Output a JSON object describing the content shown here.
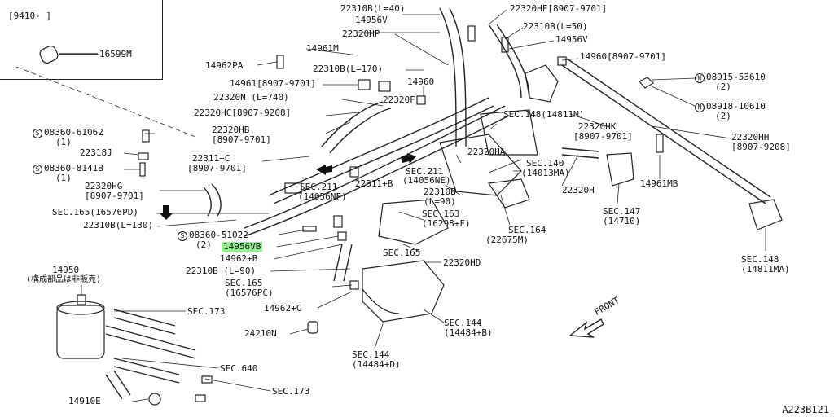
{
  "inset": {
    "date_range": "[9410-  ]",
    "part": "16599M"
  },
  "labels": [
    {
      "id": "l-22310b-l40",
      "text": "22310B(L=40)"
    },
    {
      "id": "l-22320hf",
      "text": "22320HF[8907-9701]"
    },
    {
      "id": "l-14956v-top",
      "text": "14956V"
    },
    {
      "id": "l-22310b-l50",
      "text": "22310B(L=50)"
    },
    {
      "id": "l-22320hp",
      "text": "22320HP"
    },
    {
      "id": "l-14956v-right",
      "text": "14956V"
    },
    {
      "id": "l-14961m",
      "text": "14961M"
    },
    {
      "id": "l-14960-8907",
      "text": "14960[8907-9701]"
    },
    {
      "id": "l-14962pa",
      "text": "14962PA"
    },
    {
      "id": "l-22310b-l170",
      "text": "22310B(L=170)"
    },
    {
      "id": "l-08915",
      "text": "08915-53610"
    },
    {
      "id": "l-08915-qty",
      "text": "(2)"
    },
    {
      "id": "l-14961-8907",
      "text": "14961[8907-9701]"
    },
    {
      "id": "l-14960",
      "text": "14960"
    },
    {
      "id": "l-22320n",
      "text": "22320N (L=740)"
    },
    {
      "id": "l-22320f",
      "text": "22320F"
    },
    {
      "id": "l-08918",
      "text": "08918-10610"
    },
    {
      "id": "l-08918-qty",
      "text": "(2)"
    },
    {
      "id": "l-22320hc",
      "text": "22320HC[8907-9208]"
    },
    {
      "id": "l-sec148-14811m",
      "text": "SEC.148(14811M)"
    },
    {
      "id": "l-08360-61062",
      "text": "08360-61062"
    },
    {
      "id": "l-08360-61062-qty",
      "text": "(1)"
    },
    {
      "id": "l-22320hb",
      "text": "22320HB"
    },
    {
      "id": "l-22320hb-date",
      "text": "[8907-9701]"
    },
    {
      "id": "l-22320hk",
      "text": "22320HK"
    },
    {
      "id": "l-22320hk-date",
      "text": "[8907-9701]"
    },
    {
      "id": "l-22320hh",
      "text": "22320HH"
    },
    {
      "id": "l-22320hh-date",
      "text": "[8907-9208]"
    },
    {
      "id": "l-22318j",
      "text": "22318J"
    },
    {
      "id": "l-22311c",
      "text": "22311+C"
    },
    {
      "id": "l-22311c-date",
      "text": "[8907-9701]"
    },
    {
      "id": "l-22320ha",
      "text": "22320HA"
    },
    {
      "id": "l-08360-8141b",
      "text": "08360-8141B"
    },
    {
      "id": "l-08360-8141b-qty",
      "text": "(1)"
    },
    {
      "id": "l-sec140",
      "text": "SEC.140"
    },
    {
      "id": "l-sec140-part",
      "text": "(14013MA)"
    },
    {
      "id": "l-sec211-a",
      "text": "SEC.211"
    },
    {
      "id": "l-sec211-a-part",
      "text": "(14056NE)"
    },
    {
      "id": "l-14961mb",
      "text": "14961MB"
    },
    {
      "id": "l-sec211-b",
      "text": "SEC.211"
    },
    {
      "id": "l-sec211-b-part",
      "text": "(14056NF)"
    },
    {
      "id": "l-22311b",
      "text": "22311+B"
    },
    {
      "id": "l-22320hg",
      "text": "22320HG"
    },
    {
      "id": "l-22320hg-date",
      "text": "[8907-9701]"
    },
    {
      "id": "l-22310b-l90a",
      "text": "22310B"
    },
    {
      "id": "l-22310b-l90a-len",
      "text": "(L=90)"
    },
    {
      "id": "l-22320h",
      "text": "22320H"
    },
    {
      "id": "l-sec165-pd",
      "text": "SEC.165(16576PD)"
    },
    {
      "id": "l-sec147",
      "text": "SEC.147"
    },
    {
      "id": "l-sec147-part",
      "text": "(14710)"
    },
    {
      "id": "l-22310b-l130",
      "text": "22310B(L=130)"
    },
    {
      "id": "l-sec163",
      "text": "SEC.163"
    },
    {
      "id": "l-sec163-part",
      "text": "(16298+F)"
    },
    {
      "id": "l-sec164",
      "text": "SEC.164"
    },
    {
      "id": "l-sec164-part",
      "text": "(22675M)"
    },
    {
      "id": "l-08360-51022",
      "text": "08360-51022"
    },
    {
      "id": "l-08360-51022-qty",
      "text": "(2)"
    },
    {
      "id": "l-14956vb",
      "text": "14956VB"
    },
    {
      "id": "l-sec165",
      "text": "SEC.165"
    },
    {
      "id": "l-14962b",
      "text": "14962+B"
    },
    {
      "id": "l-22320hd",
      "text": "22320HD"
    },
    {
      "id": "l-sec148-ma",
      "text": "SEC.148"
    },
    {
      "id": "l-sec148-ma-part",
      "text": "(14811MA)"
    },
    {
      "id": "l-14950",
      "text": "14950"
    },
    {
      "id": "l-14950-note",
      "text": "(構成部品は非販売)"
    },
    {
      "id": "l-22310b-l90b",
      "text": "22310B (L=90)"
    },
    {
      "id": "l-sec165-pc",
      "text": "SEC.165"
    },
    {
      "id": "l-sec165-pc-part",
      "text": "(16576PC)"
    },
    {
      "id": "l-sec173-a",
      "text": "SEC.173"
    },
    {
      "id": "l-14962c",
      "text": "14962+C"
    },
    {
      "id": "l-sec144-a",
      "text": "SEC.144"
    },
    {
      "id": "l-sec144-a-part",
      "text": "(14484+B)"
    },
    {
      "id": "l-front",
      "text": "FRONT"
    },
    {
      "id": "l-24210n",
      "text": "24210N"
    },
    {
      "id": "l-sec144-b",
      "text": "SEC.144"
    },
    {
      "id": "l-sec144-b-part",
      "text": "(14484+D)"
    },
    {
      "id": "l-sec640",
      "text": "SEC.640"
    },
    {
      "id": "l-sec173-b",
      "text": "SEC.173"
    },
    {
      "id": "l-14910e",
      "text": "14910E"
    }
  ],
  "markers": {
    "s": "S",
    "w": "W",
    "n": "N"
  },
  "highlight_color": "#8ef58e",
  "doc_code": "A223B121"
}
